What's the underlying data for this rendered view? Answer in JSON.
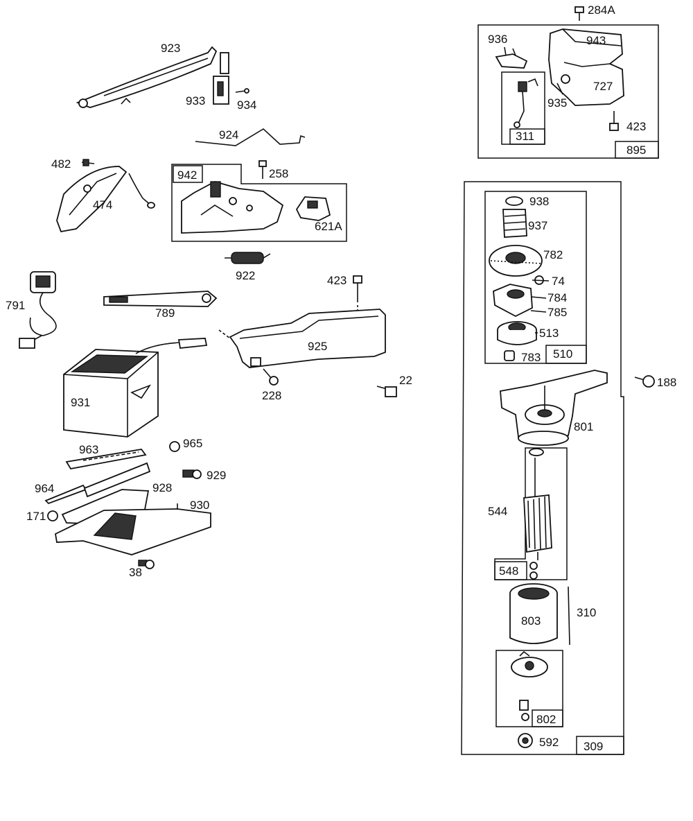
{
  "parts": [
    {
      "id": "923",
      "label": "923"
    },
    {
      "id": "933",
      "label": "933"
    },
    {
      "id": "934",
      "label": "934"
    },
    {
      "id": "924",
      "label": "924"
    },
    {
      "id": "482",
      "label": "482"
    },
    {
      "id": "474",
      "label": "474"
    },
    {
      "id": "942",
      "label": "942"
    },
    {
      "id": "258",
      "label": "258"
    },
    {
      "id": "621A",
      "label": "621A"
    },
    {
      "id": "922",
      "label": "922"
    },
    {
      "id": "791",
      "label": "791"
    },
    {
      "id": "789",
      "label": "789"
    },
    {
      "id": "423a",
      "label": "423"
    },
    {
      "id": "925",
      "label": "925"
    },
    {
      "id": "931",
      "label": "931"
    },
    {
      "id": "228",
      "label": "228"
    },
    {
      "id": "22",
      "label": "22"
    },
    {
      "id": "963",
      "label": "963"
    },
    {
      "id": "965",
      "label": "965"
    },
    {
      "id": "929",
      "label": "929"
    },
    {
      "id": "964",
      "label": "964"
    },
    {
      "id": "928",
      "label": "928"
    },
    {
      "id": "930",
      "label": "930"
    },
    {
      "id": "171",
      "label": "171"
    },
    {
      "id": "38",
      "label": "38"
    },
    {
      "id": "284A",
      "label": "284A"
    },
    {
      "id": "936",
      "label": "936"
    },
    {
      "id": "943",
      "label": "943"
    },
    {
      "id": "727",
      "label": "727"
    },
    {
      "id": "935",
      "label": "935"
    },
    {
      "id": "423b",
      "label": "423"
    },
    {
      "id": "311",
      "label": "311"
    },
    {
      "id": "895",
      "label": "895"
    },
    {
      "id": "938",
      "label": "938"
    },
    {
      "id": "937",
      "label": "937"
    },
    {
      "id": "782",
      "label": "782"
    },
    {
      "id": "74",
      "label": "74"
    },
    {
      "id": "784",
      "label": "784"
    },
    {
      "id": "785",
      "label": "785"
    },
    {
      "id": "513",
      "label": "513"
    },
    {
      "id": "783",
      "label": "783"
    },
    {
      "id": "510",
      "label": "510"
    },
    {
      "id": "188",
      "label": "188"
    },
    {
      "id": "801",
      "label": "801"
    },
    {
      "id": "544",
      "label": "544"
    },
    {
      "id": "548",
      "label": "548"
    },
    {
      "id": "310",
      "label": "310"
    },
    {
      "id": "803",
      "label": "803"
    },
    {
      "id": "802",
      "label": "802"
    },
    {
      "id": "592",
      "label": "592"
    },
    {
      "id": "309",
      "label": "309"
    }
  ]
}
